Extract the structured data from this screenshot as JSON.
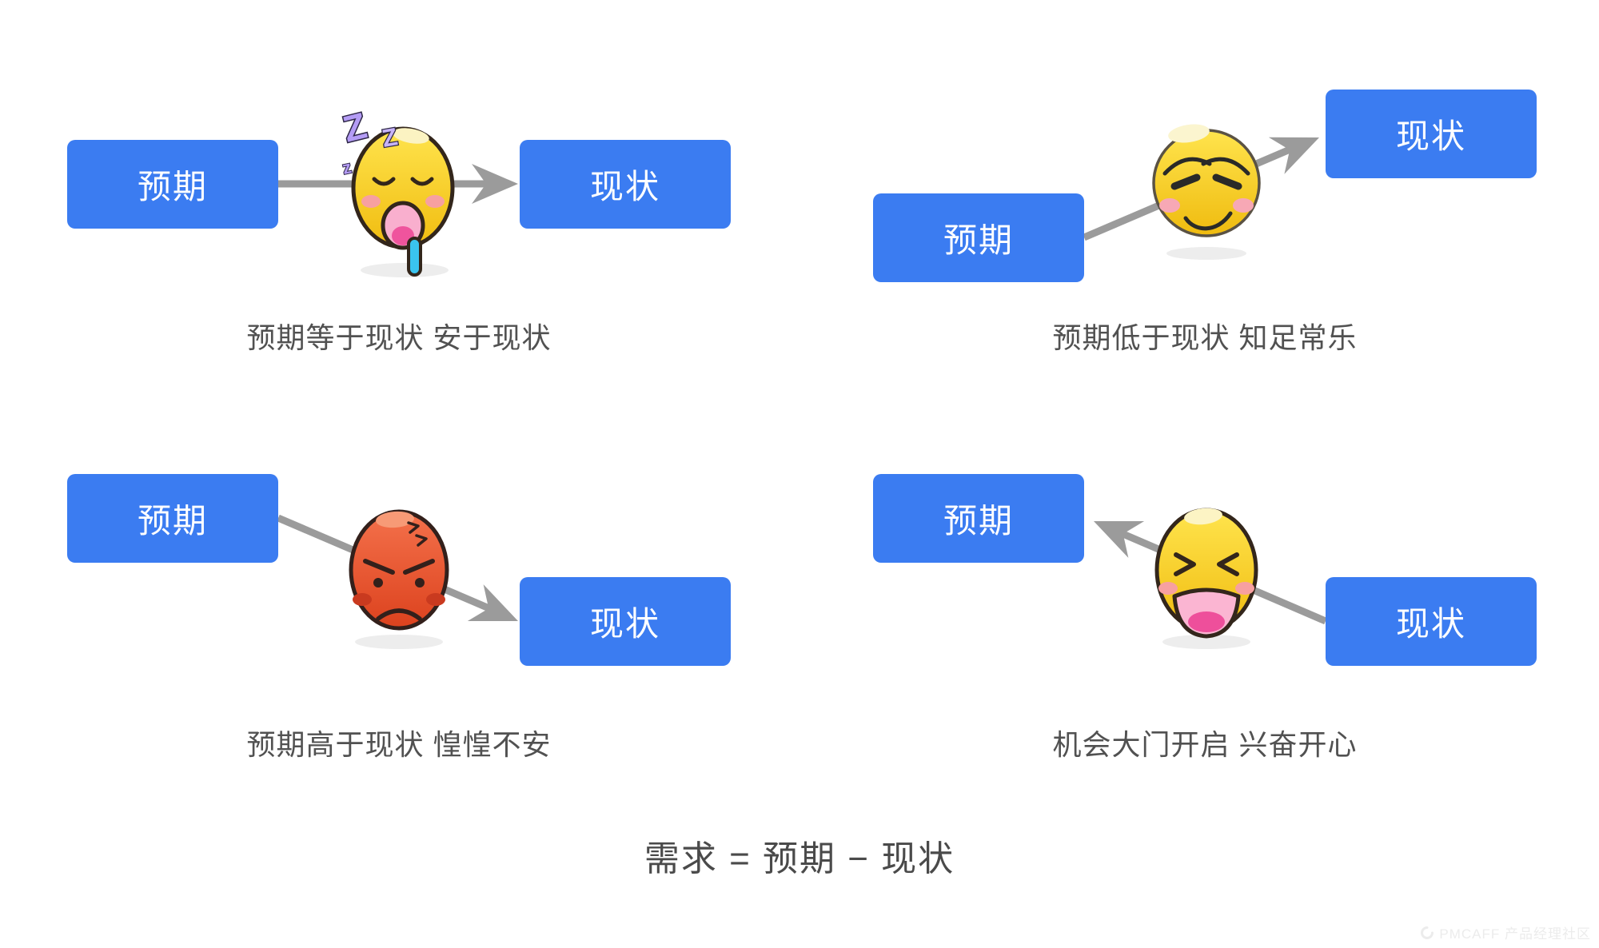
{
  "colors": {
    "box": "#3B7CF1",
    "arrow": "#9B9B9B",
    "caption": "#515151",
    "formula": "#4A4A4A",
    "watermark": "#ECECEC",
    "emoji_yellow": "#FFD92B",
    "emoji_red": "#E8512D"
  },
  "quadrants": [
    {
      "emoji": "sleeping-face",
      "expect_label": "预期",
      "status_label": "现状",
      "caption": "预期等于现状 安于现状",
      "sleep_zs": [
        "Z",
        "Z",
        "z"
      ]
    },
    {
      "emoji": "smug-face",
      "expect_label": "预期",
      "status_label": "现状",
      "caption": "预期低于现状 知足常乐"
    },
    {
      "emoji": "angry-face",
      "expect_label": "预期",
      "status_label": "现状",
      "caption": "预期高于现状 惶惶不安"
    },
    {
      "emoji": "laughing-face",
      "expect_label": "预期",
      "status_label": "现状",
      "caption": "机会大门开启 兴奋开心"
    }
  ],
  "formula": "需求 = 预期 − 现状",
  "watermark": "PMCAFF 产品经理社区"
}
